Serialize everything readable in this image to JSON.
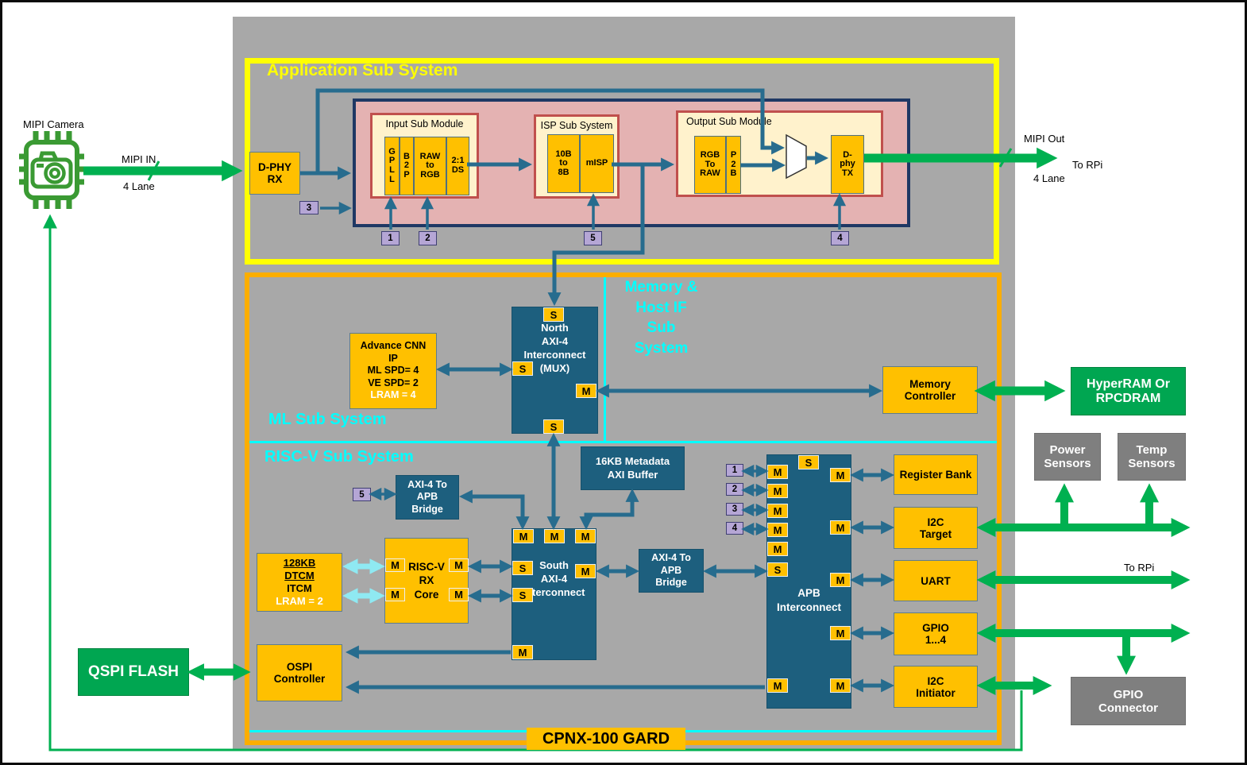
{
  "chip_name": "CPNX-100 GARD",
  "port_labels": {
    "s": "S",
    "m": "M"
  },
  "tags": {
    "t1": "1",
    "t2": "2",
    "t3": "3",
    "t4": "4",
    "t5": "5"
  },
  "camera": {
    "label": "MIPI Camera"
  },
  "io": {
    "mipi_in": {
      "label": "MIPI IN",
      "lanes": "4 Lane"
    },
    "mipi_out": {
      "label": "MIPI Out",
      "dest": "To RPi",
      "lanes": "4 Lane"
    },
    "uart_dest": "To RPi"
  },
  "app": {
    "title": "Application Sub System",
    "dphy_rx": "D-PHY\nRX",
    "input_module": {
      "title": "Input Sub Module",
      "gpll": "G\nP\nL\nL",
      "b2p": "B\n2\nP",
      "raw_to_rgb": "RAW\nto\nRGB",
      "ds": "2:1\nDS"
    },
    "isp": {
      "title": "ISP Sub System",
      "b10to8": "10B\nto\n8B",
      "misp": "mISP"
    },
    "output_module": {
      "title": "Output Sub Module",
      "rgb_to_raw": "RGB\nTo\nRAW",
      "p2b": "P\n2\nB",
      "dphy_tx": "D-\nphy\nTX"
    }
  },
  "ml": {
    "title": "ML Sub System",
    "cnn": {
      "l1": "Advance CNN",
      "l2": "IP",
      "l3": "ML SPD= 4",
      "l4": "VE SPD= 2",
      "l5": "LRAM = 4"
    }
  },
  "memhost": {
    "title": "Memory &\nHost IF\nSub\nSystem",
    "memory_controller": "Memory\nController"
  },
  "north_interconnect": "North\nAXI-4\nInterconnect\n(MUX)",
  "riscv": {
    "title": "RISC-V Sub System",
    "bridge1": "AXI-4 To\nAPB\nBridge",
    "buffer": "16KB Metadata\nAXI Buffer",
    "dtcm": {
      "l1": "128KB",
      "l2": "DTCM",
      "l3": "ITCM",
      "l4": "LRAM = 2"
    },
    "core": "RISC-V\nRX\nCore",
    "south_interconnect": "South\nAXI-4\nInterconnect",
    "bridge2": "AXI-4 To\nAPB\nBridge",
    "apb_interconnect": "APB\nInterconnect",
    "ospi": "OSPI\nController"
  },
  "peripherals": [
    "Register Bank",
    "I2C\nTarget",
    "UART",
    "GPIO\n1...4",
    "I2C\nInitiator"
  ],
  "external": {
    "qspi": "QSPI FLASH",
    "hyperram": "HyperRAM Or\nRPCDRAM",
    "power": "Power\nSensors",
    "temp": "Temp\nSensors",
    "gpio_connector": "GPIO\nConnector"
  },
  "colors": {
    "accent_orange": "#FFC000",
    "teal_box": "#1D5F7E",
    "wire_teal": "#276C8E",
    "wire_green": "#00B050",
    "section_yellow": "#FFFF00",
    "section_orange": "#FBAE00",
    "label_cyan": "#00FFFF",
    "pink_fill": "#E4B2B2",
    "cream_fill": "#FFF2CC"
  }
}
